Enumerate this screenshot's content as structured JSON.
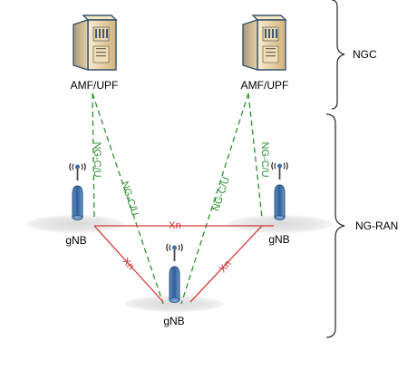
{
  "sections": {
    "core": "NGC",
    "ran": "NG-RAN"
  },
  "core_nodes": [
    {
      "label": "AMF/UPF"
    },
    {
      "label": "AMF/UPF"
    }
  ],
  "ran_nodes": [
    {
      "label": "gNB"
    },
    {
      "label": "gNB"
    },
    {
      "label": "gNB"
    }
  ],
  "interfaces": {
    "ng": "NG-C/U",
    "xn": "Xn"
  },
  "links": [
    {
      "type": "ng",
      "from": "AMF/UPF 1",
      "to": "gNB left",
      "label": "NG-C/U"
    },
    {
      "type": "ng",
      "from": "AMF/UPF 1",
      "to": "gNB bottom",
      "label": "NG-C/U"
    },
    {
      "type": "ng",
      "from": "AMF/UPF 2",
      "to": "gNB bottom",
      "label": "NG-C/U"
    },
    {
      "type": "ng",
      "from": "AMF/UPF 2",
      "to": "gNB right",
      "label": "NG-C/U"
    },
    {
      "type": "xn",
      "from": "gNB left",
      "to": "gNB right",
      "label": "Xn"
    },
    {
      "type": "xn",
      "from": "gNB left",
      "to": "gNB bottom",
      "label": "Xn"
    },
    {
      "type": "xn",
      "from": "gNB right",
      "to": "gNB bottom",
      "label": "Xn"
    }
  ],
  "colors": {
    "ng_link": "#2f8f2f",
    "xn_link": "#d33b3b",
    "ng_label": "#2f8f2f",
    "xn_label": "#c83232",
    "brace": "#333333",
    "server_body": "#f2e0b5",
    "server_outline": "#38526d",
    "antenna": "#4c7fb6",
    "ground_shadow": "#e5e5e5"
  },
  "icons": {
    "core": "server-icon",
    "ran": "gnb-antenna-icon"
  }
}
